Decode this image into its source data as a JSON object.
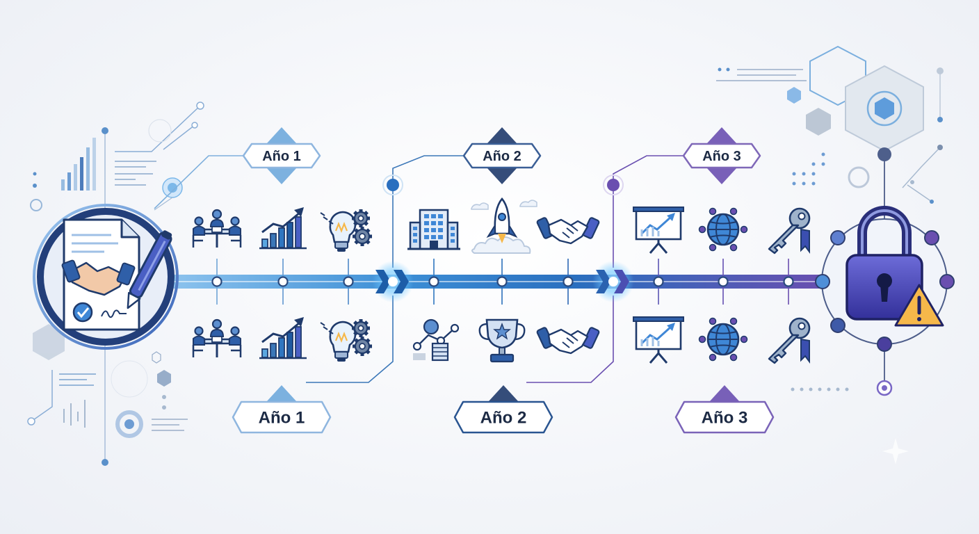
{
  "labels": {
    "top": [
      "Año 1",
      "Año 2",
      "Año 3"
    ],
    "bottom": [
      "Año 1",
      "Año 2",
      "Año 3"
    ]
  },
  "colors": {
    "navy": "#1f3a6b",
    "blue": "#2f76c0",
    "light_blue": "#5aa7e0",
    "purple": "#6a4fb0",
    "warning": "#f6b84a"
  },
  "icons": {
    "top_row": [
      "team-meeting-icon",
      "growth-chart-icon",
      "idea-gears-icon",
      "office-building-icon",
      "rocket-launch-icon",
      "handshake-icon",
      "presentation-board-icon",
      "globe-network-icon",
      "key-ribbon-icon"
    ],
    "bottom_row": [
      "team-meeting-icon",
      "growth-chart-icon",
      "idea-gears-icon",
      "network-data-icon",
      "trophy-icon",
      "handshake-icon",
      "presentation-board-icon",
      "globe-network-icon",
      "key-ribbon-icon"
    ],
    "start": "signed-contract-icon",
    "end": "padlock-warning-icon"
  }
}
